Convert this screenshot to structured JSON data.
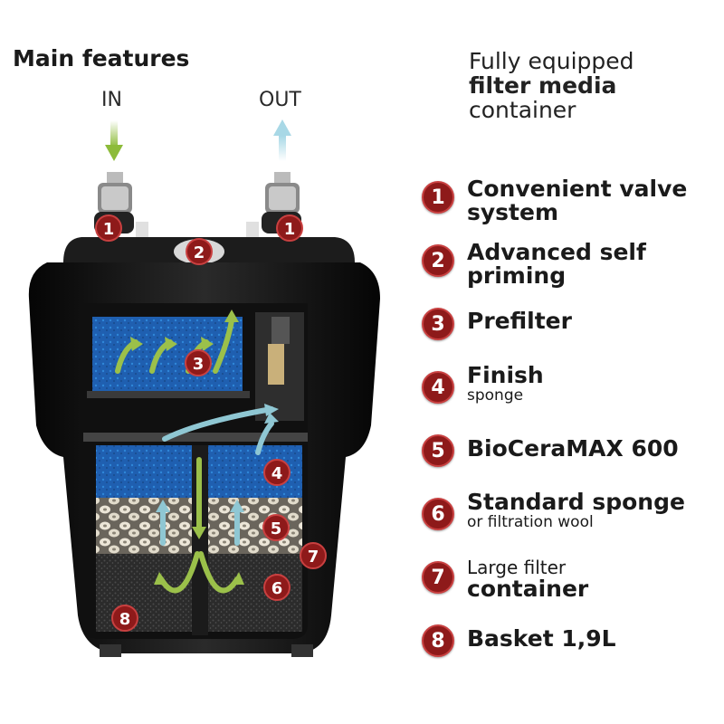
{
  "header": {
    "main_title": "Main features",
    "in_label": "IN",
    "out_label": "OUT"
  },
  "subtitle": {
    "line1": "Fully equipped",
    "line2": "filter media",
    "line3": "container"
  },
  "features": [
    {
      "number": "1",
      "line1": "Convenient valve",
      "line2": "system"
    },
    {
      "number": "2",
      "line1": "Advanced self",
      "line2": "priming"
    },
    {
      "number": "3",
      "line1": "Prefilter",
      "line2": ""
    },
    {
      "number": "4",
      "line1": "Finish",
      "line2": "sponge"
    },
    {
      "number": "5",
      "line1": "BioCeraMAX 600",
      "line2": ""
    },
    {
      "number": "6",
      "line1": "Standard sponge",
      "line2": "or filtration wool"
    },
    {
      "number": "7",
      "line1": "Large filter",
      "line2": "container"
    },
    {
      "number": "8",
      "line1": "Basket 1,9L",
      "line2": ""
    }
  ],
  "diagram_markers": [
    "1",
    "1",
    "2",
    "3",
    "4",
    "5",
    "6",
    "7",
    "8"
  ],
  "colors": {
    "badge": "#8e1a1a",
    "in_arrow": "#8dbb3a",
    "out_arrow": "#a8d8e6",
    "sponge_blue": "#1f5fb0",
    "casing": "#151515"
  }
}
